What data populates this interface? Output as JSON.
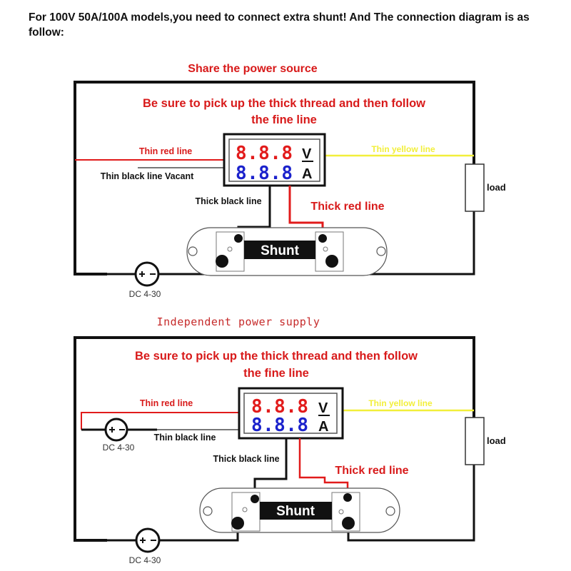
{
  "intro_text": "For 100V 50A/100A models,you need to connect extra shunt! And The connection diagram is as follow:",
  "colors": {
    "heading_red": "#d81a1a",
    "wire_black": "#111111",
    "wire_red": "#e11b1b",
    "wire_yellow": "#f2ef3a",
    "wire_gray": "#777777",
    "voltage_digits": "#e21b1b",
    "current_digits": "#1b22cc"
  },
  "diagrams": [
    {
      "title": "Share the power source",
      "instruction_line1": "Be sure to pick up the thick thread and then follow",
      "instruction_line2": "the fine line",
      "meter": {
        "voltage_digits": "8.8.8",
        "voltage_unit": "V",
        "current_digits": "8.8.8",
        "current_unit": "A"
      },
      "labels": {
        "thin_red": "Thin red line",
        "thin_black": "Thin black line Vacant",
        "thin_yellow": "Thin yellow line",
        "thick_black": "Thick black line",
        "thick_red": "Thick red line",
        "load": "load",
        "shunt": "Shunt",
        "dc_source": "DC 4-30"
      }
    },
    {
      "title": "Independent power supply",
      "instruction_line1": "Be sure to pick up the thick thread and then follow",
      "instruction_line2": "the fine line",
      "meter": {
        "voltage_digits": "8.8.8",
        "voltage_unit": "V",
        "current_digits": "8.8.8",
        "current_unit": "A"
      },
      "labels": {
        "thin_red": "Thin red line",
        "thin_black": "Thin black line",
        "thin_yellow": "Thin yellow line",
        "thick_black": "Thick black line",
        "thick_red": "Thick red line",
        "load": "load",
        "shunt": "Shunt",
        "dc_source": "DC 4-30",
        "dc_source_meter": "DC 4-30"
      }
    }
  ]
}
